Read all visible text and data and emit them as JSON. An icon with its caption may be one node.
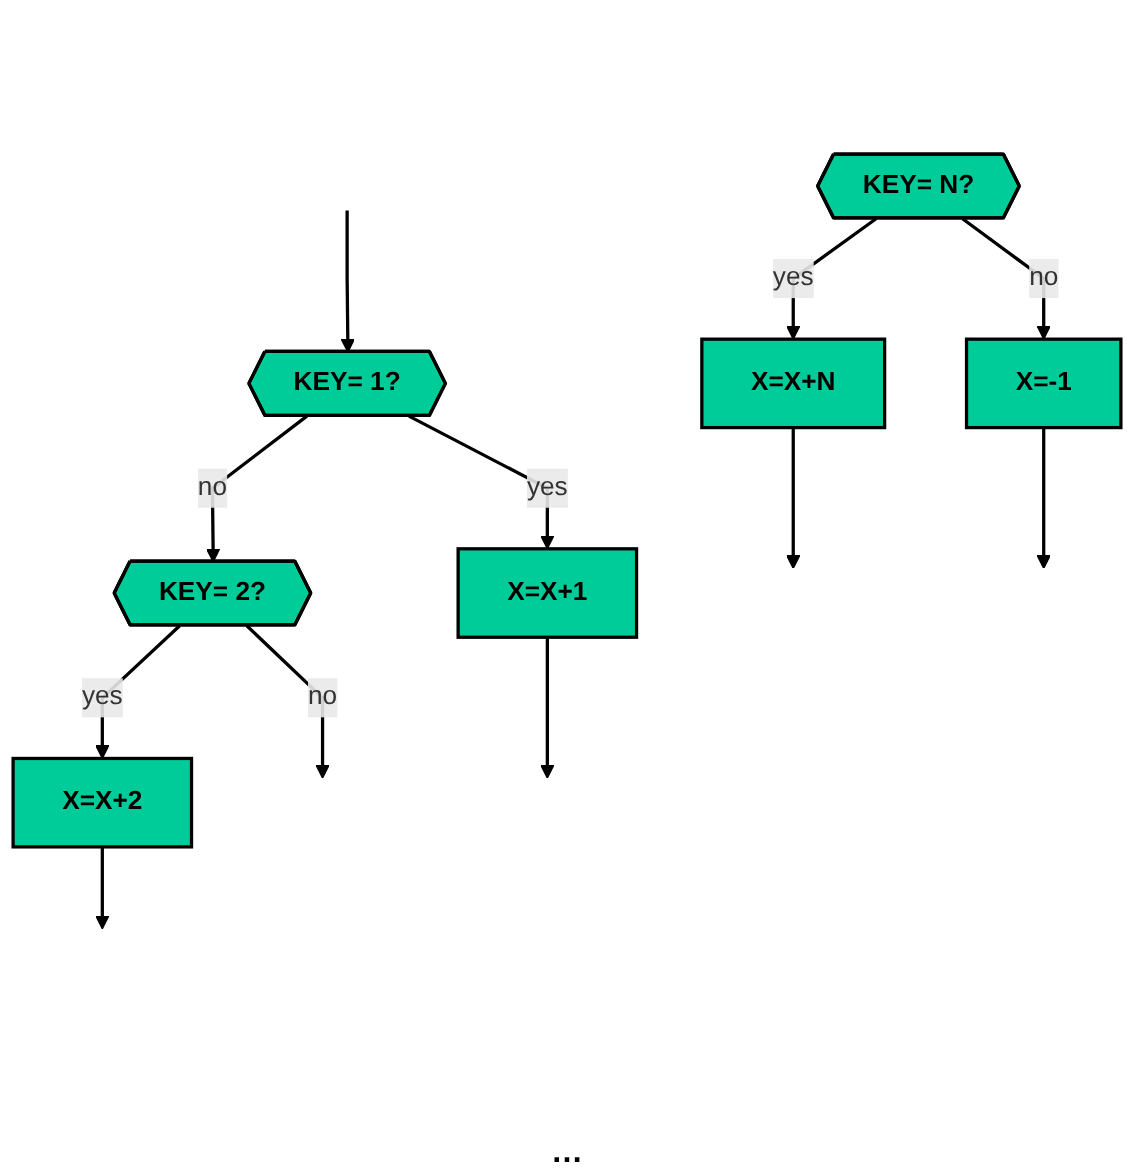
{
  "diagram": {
    "nodes": [
      {
        "text": [
          "KEY= 1?"
        ]
      },
      {
        "text": [
          "X=X+1"
        ]
      },
      {
        "text": [
          "KEY= 2?"
        ]
      },
      {
        "text": [
          "X=X+2"
        ]
      },
      {
        "text": [
          "KEY= N?"
        ]
      },
      {
        "text": [
          "X=X+N"
        ]
      },
      {
        "text": [
          "X=-1"
        ]
      }
    ],
    "edges": [
      {
        "from": null,
        "to": 0,
        "arrow": "to"
      },
      {
        "from": 0,
        "to": 1,
        "arrow": "to",
        "label": "yes"
      },
      {
        "from": 0,
        "to": 2,
        "arrow": "to",
        "label": "no"
      },
      {
        "from": 2,
        "to": 3,
        "arrow": "to",
        "label": "yes"
      },
      {
        "from": 2,
        "to": null,
        "arrow": "to",
        "label": "no"
      },
      {
        "from": 4,
        "to": 5,
        "arrow": "to",
        "label": "yes"
      },
      {
        "from": 4,
        "to": 6,
        "arrow": "to",
        "label": "no"
      },
      {
        "from": 1,
        "to": null,
        "arrow": "to"
      },
      {
        "from": 3,
        "to": null,
        "arrow": "to"
      },
      {
        "from": 5,
        "to": null,
        "arrow": "to"
      },
      {
        "from": 6,
        "to": null,
        "arrow": "to"
      }
    ],
    "labels": [
      "…"
    ]
  }
}
